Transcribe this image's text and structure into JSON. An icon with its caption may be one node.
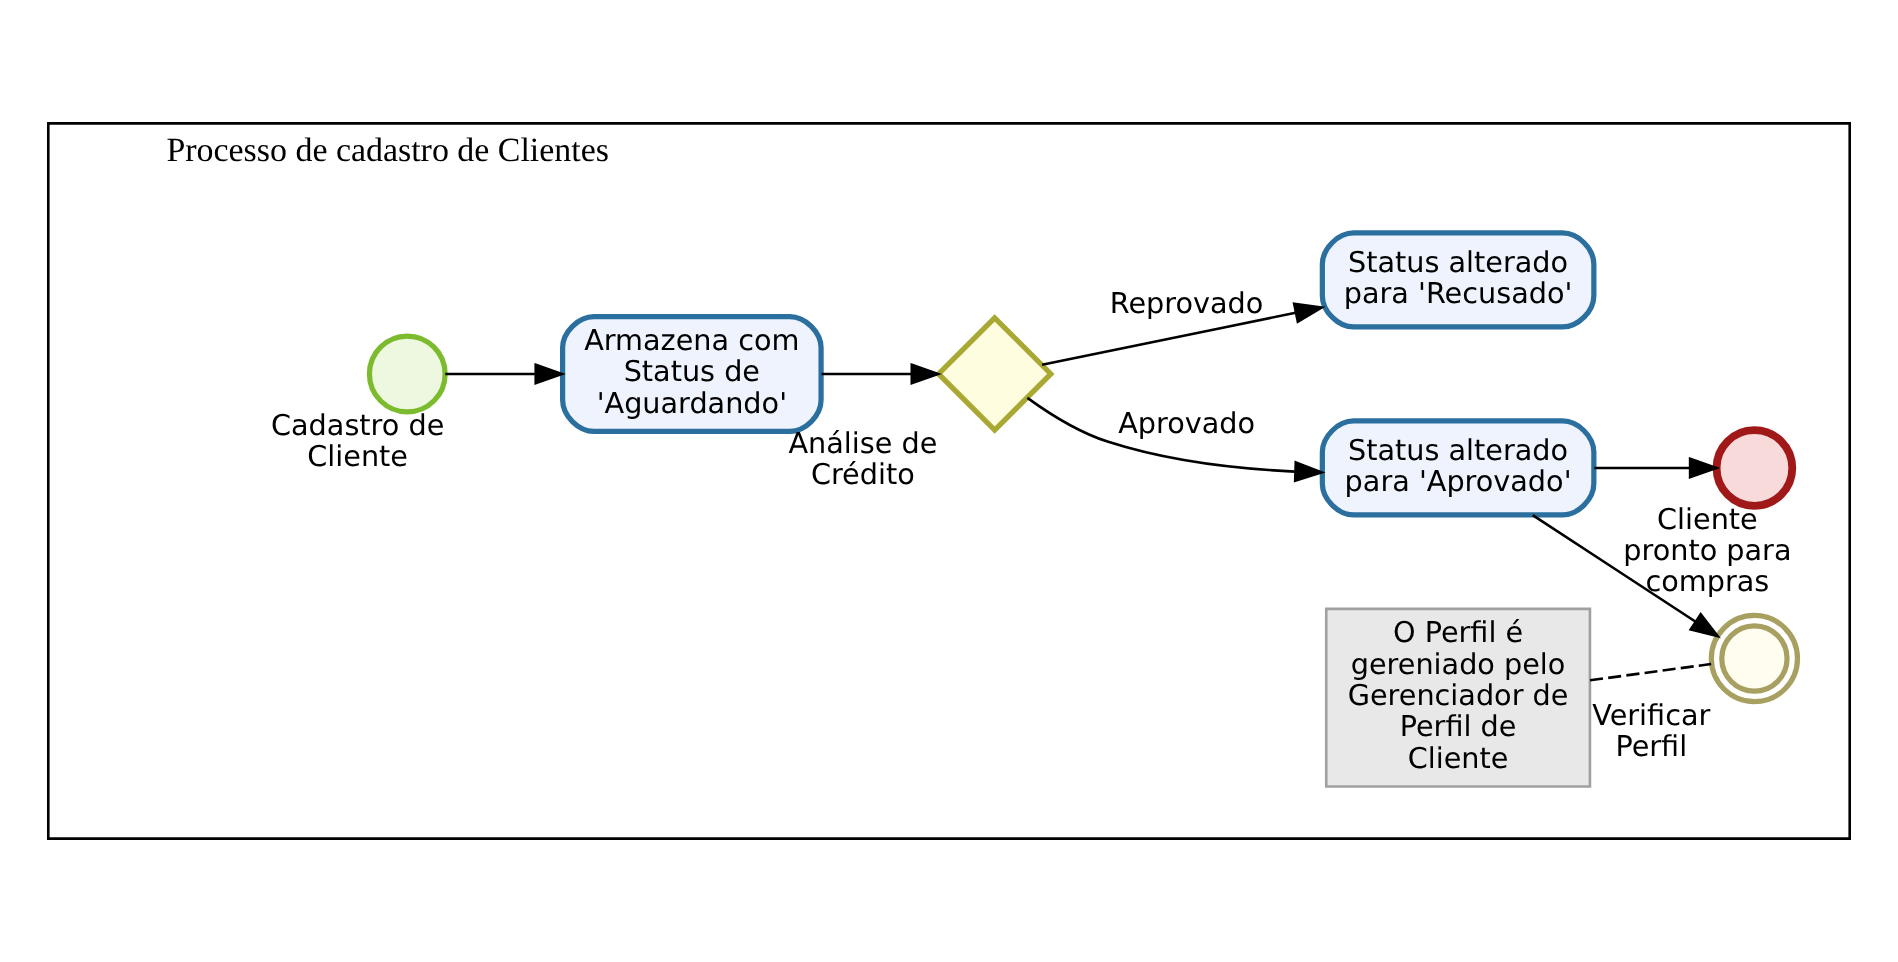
{
  "diagram": {
    "nodes": [
      {
        "text": [
          "Processo de cadastro de Clientes"
        ]
      },
      {
        "text": [],
        "shape": "circle",
        "beside": [
          "Cadastro de Cliente"
        ],
        "in": 0
      },
      {
        "text": [
          "Armazena com Status de 'Aguardando'"
        ],
        "in": 0
      },
      {
        "text": [],
        "shape": "diamond",
        "beside": [
          "Análise de Crédito"
        ],
        "in": 0
      },
      {
        "text": [
          "Status alterado para 'Aprovado'"
        ],
        "in": 0
      },
      {
        "text": [
          "Status alterado para 'Recusado'"
        ],
        "in": 0
      },
      {
        "text": [],
        "shape": "circle",
        "beside": [
          "Cliente pronto para compras"
        ],
        "in": 0
      },
      {
        "text": [],
        "shape": "circle",
        "beside": [
          "Verificar Perfil"
        ],
        "in": 0
      },
      {
        "text": [
          "O Perfil é gereniado pelo Gerenciador de Perfil de Cliente"
        ],
        "in": 0
      }
    ],
    "edges": [
      {
        "from": 1,
        "to": 2,
        "arrow": "to"
      },
      {
        "from": 2,
        "to": 3,
        "arrow": "to"
      },
      {
        "from": 3,
        "to": 4,
        "arrow": "to",
        "label": "Aprovado"
      },
      {
        "from": 3,
        "to": 5,
        "arrow": "to",
        "label": "Reprovado"
      },
      {
        "from": 4,
        "to": 6,
        "arrow": "to"
      },
      {
        "from": 4,
        "to": 7,
        "arrow": "to"
      },
      {
        "from": 8,
        "to": 7,
        "arrow": "none",
        "style": "dashed"
      }
    ]
  }
}
